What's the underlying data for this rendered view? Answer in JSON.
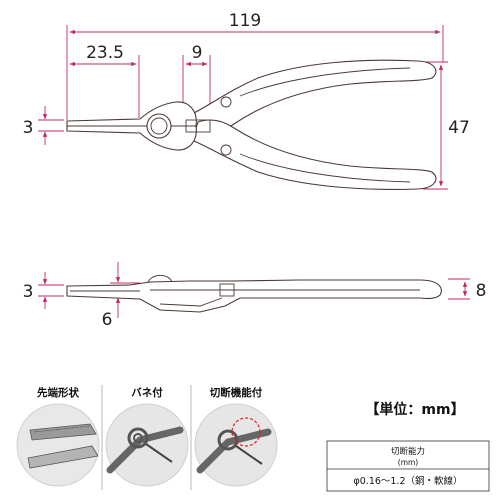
{
  "dimensions": {
    "overall_length": "119",
    "tip_length": "23.5",
    "joint_width": "9",
    "tip_width": "3",
    "open_width": "47",
    "side_tip_thickness": "3",
    "side_offset": "6",
    "side_handle_thickness": "8"
  },
  "features": [
    {
      "label": "先端形状",
      "icon": "tip-shape-closeup"
    },
    {
      "label": "バネ付",
      "icon": "spring-closeup"
    },
    {
      "label": "切断機能付",
      "icon": "cutter-closeup"
    }
  ],
  "unit_label": "【単位：mm】",
  "capacity": {
    "heading": "切断能力",
    "unit": "(mm)",
    "value": "φ0.16～1.2（銅・軟線）"
  }
}
